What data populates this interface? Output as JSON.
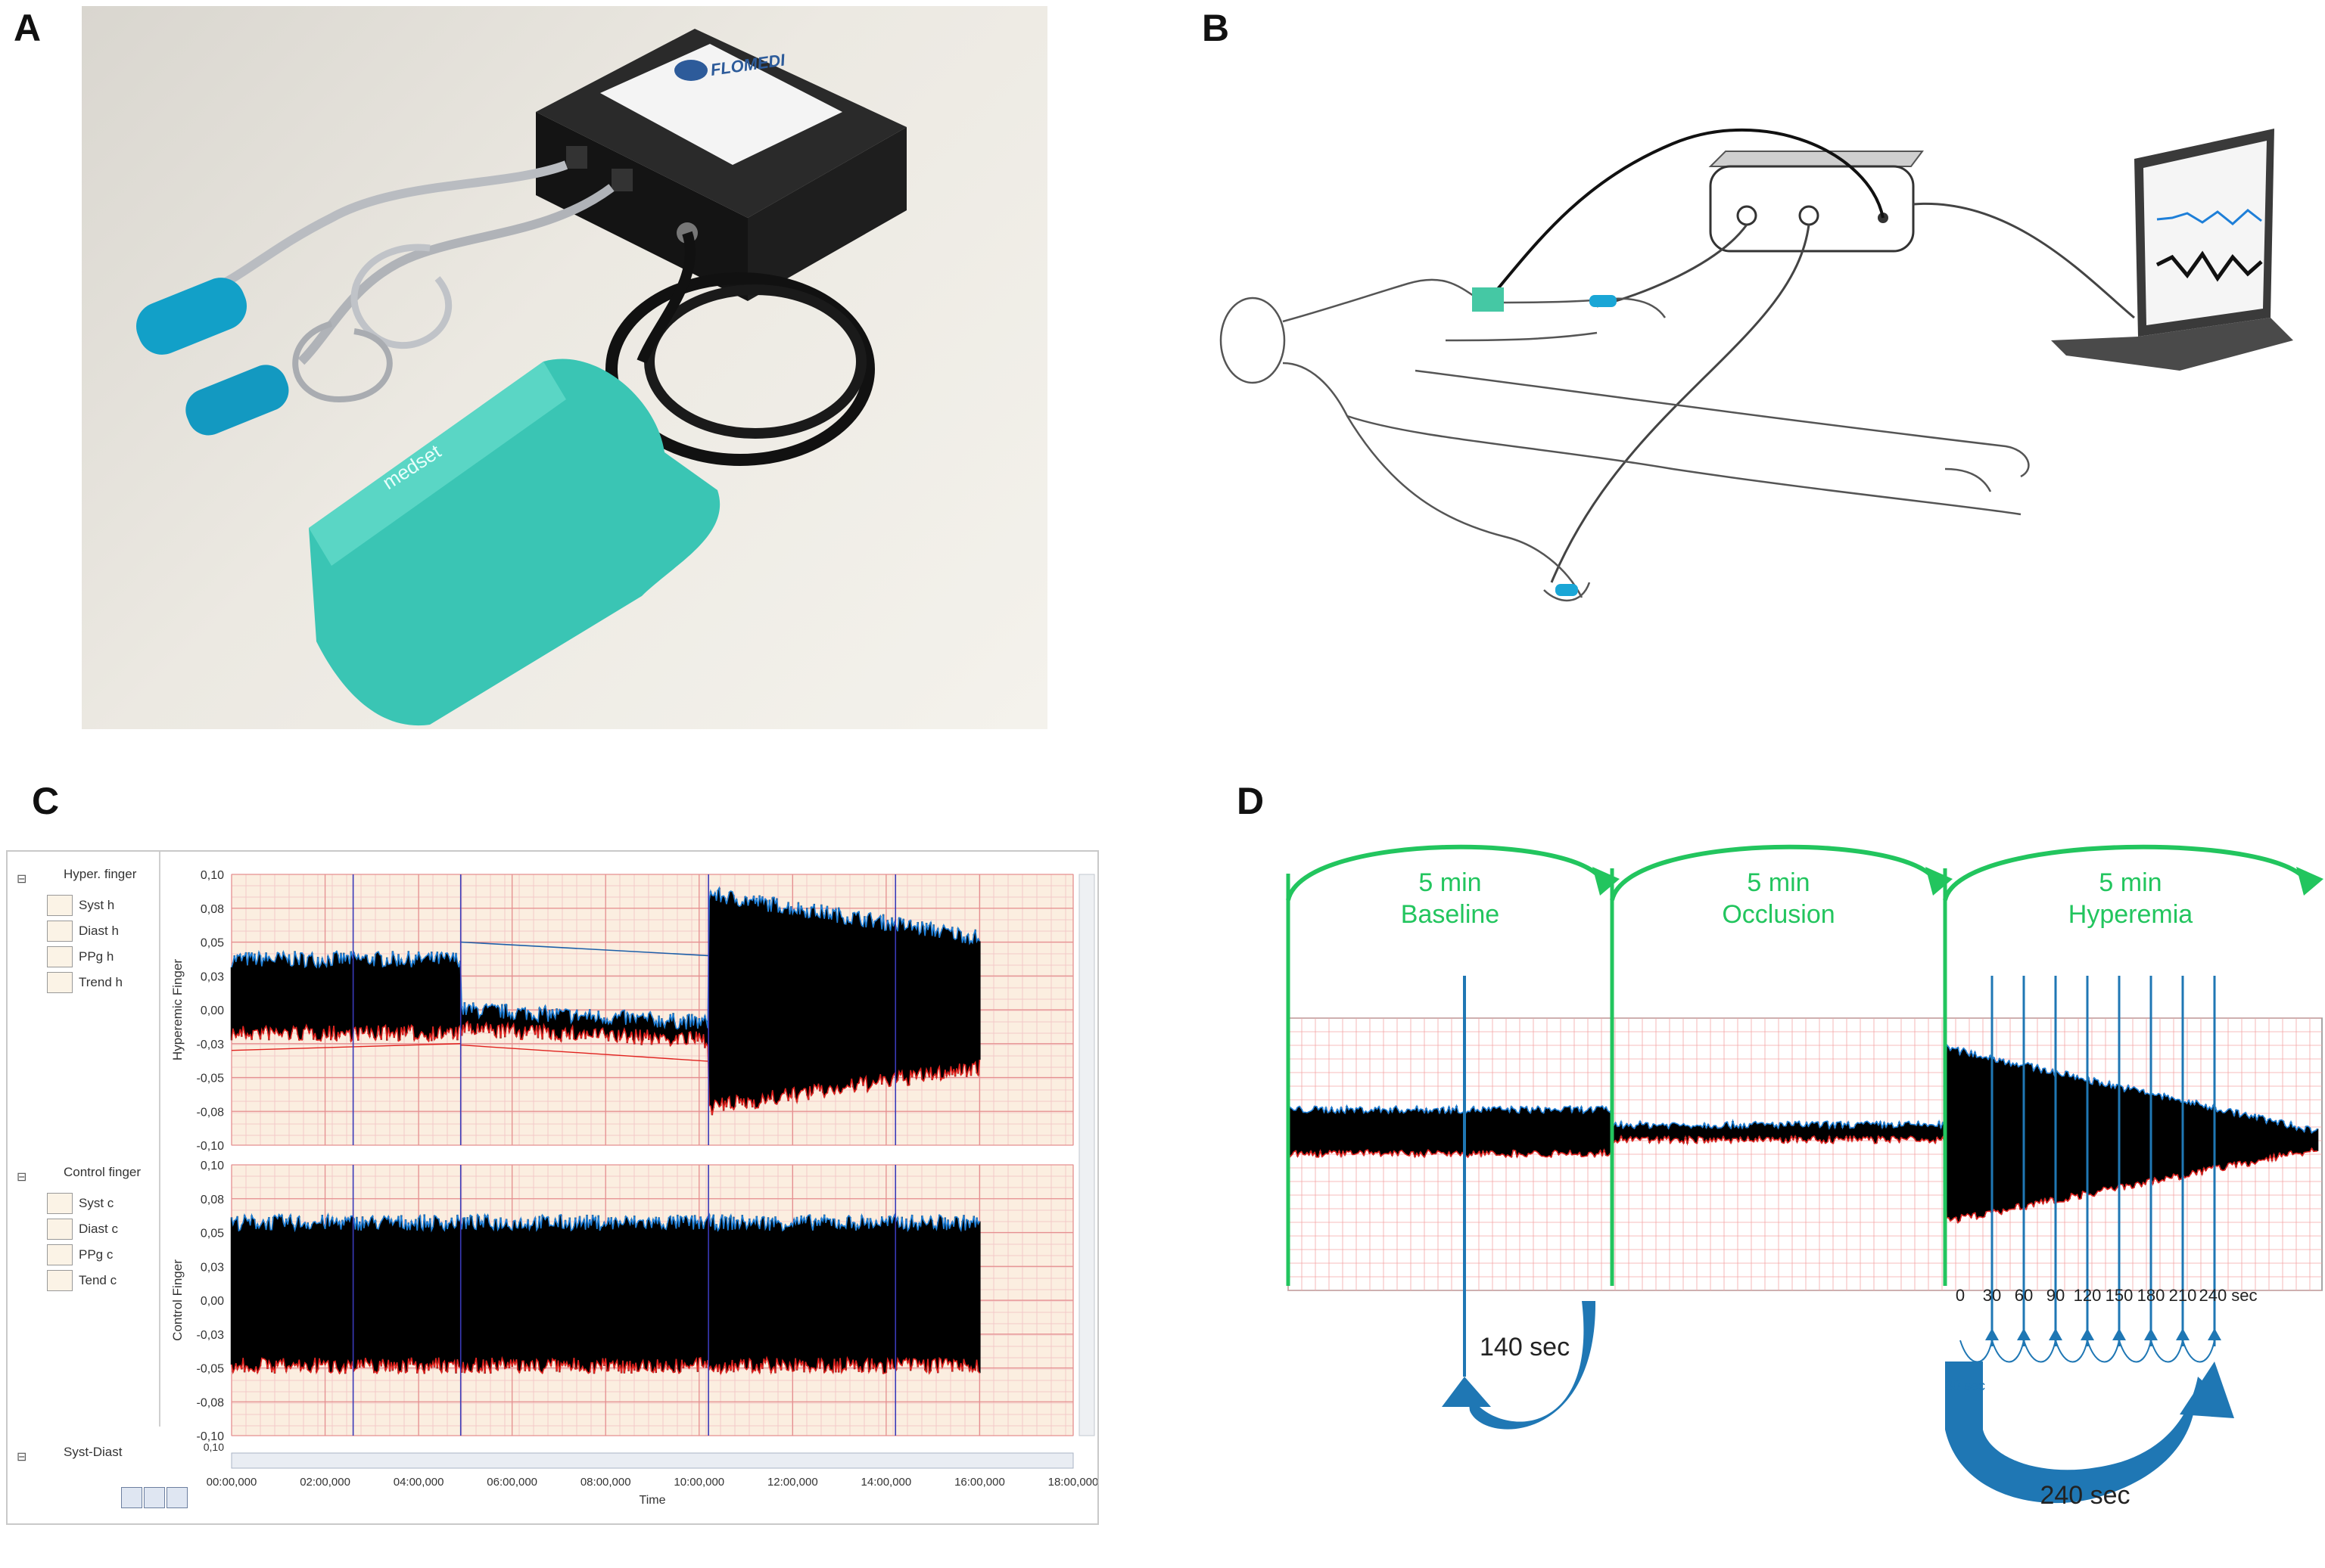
{
  "panel_labels": {
    "a": "A",
    "b": "B",
    "c": "C",
    "d": "D"
  },
  "photo": {
    "box_brand": "FLOMEDI",
    "cuff_brand": "medset"
  },
  "panelC": {
    "groups": [
      {
        "title": "Hyper. finger",
        "items": [
          "Syst h",
          "Diast h",
          "PPg h",
          "Trend h"
        ]
      },
      {
        "title": "Control finger",
        "items": [
          "Syst c",
          "Diast c",
          "PPg c",
          "Tend c"
        ]
      },
      {
        "title": "Syst-Diast"
      }
    ],
    "toggle_glyph": "⊟",
    "chart_data": {
      "type": "line",
      "y_ticks": [
        "0,10",
        "0,08",
        "0,05",
        "0,03",
        "0,00",
        "-0,03",
        "-0,05",
        "-0,08",
        "-0,10"
      ],
      "y_ticks_bottom_extra": "0,10",
      "ylabel_top": "Hyperemic Finger",
      "ylabel_bottom": "Control Finger",
      "x_ticks": [
        "00:00,000",
        "02:00,000",
        "04:00,000",
        "06:00,000",
        "08:00,000",
        "10:00,000",
        "12:00,000",
        "14:00,000",
        "16:00,000",
        "18:00,000"
      ],
      "xlabel": "Time",
      "x_range_min": [
        0,
        18
      ],
      "y_range": [
        -0.1,
        0.1
      ],
      "vertical_markers_min": [
        2.6,
        4.9,
        10.2,
        14.2
      ],
      "series": [
        {
          "name": "Syst h",
          "color": "#1e7fd8"
        },
        {
          "name": "Diast h",
          "color": "#e0221e"
        },
        {
          "name": "PPg h",
          "color": "#000000"
        },
        {
          "name": "Trend h",
          "color": "#1d5fa8"
        }
      ]
    }
  },
  "panelD": {
    "phases": [
      {
        "duration": "5 min",
        "name": "Baseline"
      },
      {
        "duration": "5 min",
        "name": "Occlusion"
      },
      {
        "duration": "5 min",
        "name": "Hyperemia"
      }
    ],
    "baseline_arrow_label": "140 sec",
    "hyperemia_ticks": [
      "0",
      "30",
      "60",
      "90",
      "120",
      "150",
      "180",
      "210",
      "240 sec"
    ],
    "small_interval_label": "30 sec",
    "total_arrow_label": "240 sec",
    "colors": {
      "phase": "#22c55e",
      "arrow": "#1f77b4",
      "systolic": "#1e7fd8",
      "diastolic": "#e0221e",
      "grid": "#f4a6a6"
    }
  }
}
